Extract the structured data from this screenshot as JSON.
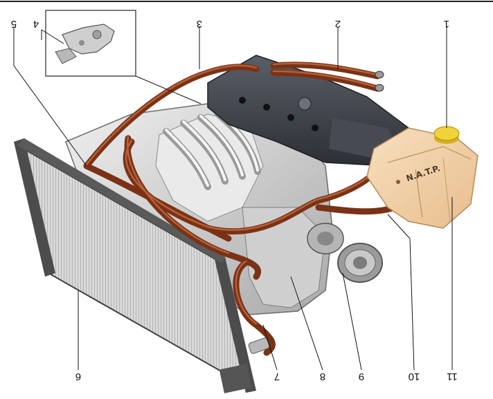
{
  "diagram": {
    "callouts": [
      {
        "id": "1",
        "label": "1"
      },
      {
        "id": "2",
        "label": "2"
      },
      {
        "id": "3",
        "label": "3"
      },
      {
        "id": "4",
        "label": "4"
      },
      {
        "id": "5",
        "label": "5"
      },
      {
        "id": "6",
        "label": "6"
      },
      {
        "id": "7",
        "label": "7"
      },
      {
        "id": "8",
        "label": "8"
      },
      {
        "id": "9",
        "label": "9"
      },
      {
        "id": "10",
        "label": "10"
      },
      {
        "id": "11",
        "label": "11"
      }
    ],
    "tank_marking": "N.A.T.P.",
    "colors": {
      "hose": "#8a3a1c",
      "hose_highlight": "#c06a40",
      "tank": "#f2d2a8",
      "cap": "#f1d23b",
      "engine_light": "#d8d8d8",
      "engine_dark": "#3a3d44",
      "radiator_frame": "#4a4a4a"
    }
  }
}
